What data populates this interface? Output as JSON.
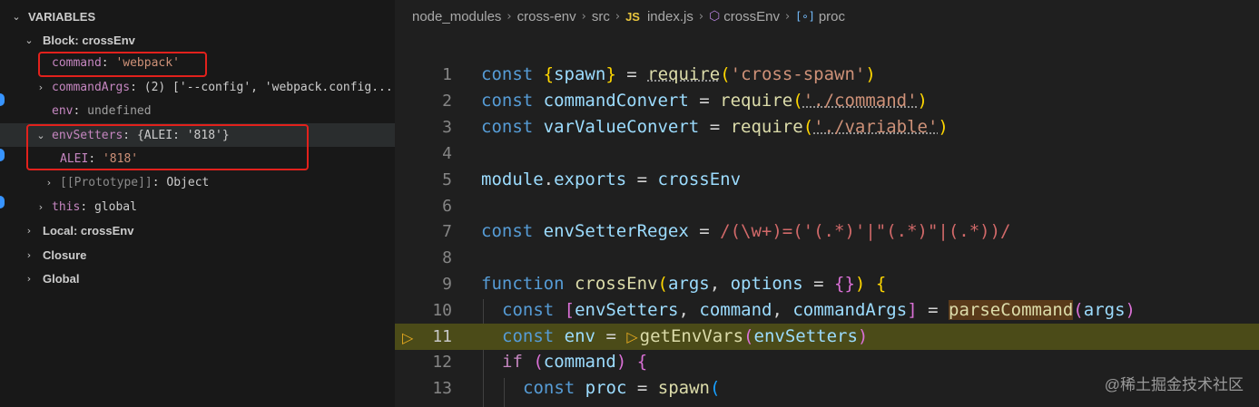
{
  "variables_panel": {
    "title": "VARIABLES",
    "scopes": [
      {
        "label": "Block: crossEnv"
      },
      {
        "label": "Local: crossEnv"
      },
      {
        "label": "Closure"
      },
      {
        "label": "Global"
      }
    ],
    "block_vars": {
      "command": {
        "name": "command",
        "value": "'webpack'"
      },
      "commandArgs": {
        "name": "commandArgs",
        "value": "(2) ['--config', 'webpack.config..."
      },
      "env": {
        "name": "env",
        "value": "undefined"
      },
      "envSetters": {
        "name": "envSetters",
        "value": "{ALEI: '818'}"
      },
      "alei": {
        "name": "ALEI",
        "value": "'818'"
      },
      "prototype": {
        "name": "[[Prototype]]",
        "value": "Object"
      },
      "this": {
        "name": "this",
        "value": "global"
      }
    },
    "colors": {
      "highlight_box": "#e2211c",
      "var_name": "#c586c0",
      "string_value": "#ce9178"
    }
  },
  "breadcrumb": {
    "items": [
      "node_modules",
      "cross-env",
      "src",
      "index.js",
      "crossEnv",
      "proc"
    ],
    "file_icon": "JS",
    "icons": [
      "js-file-icon",
      "symbol-method-icon",
      "symbol-variable-icon"
    ]
  },
  "editor": {
    "current_line": 11,
    "line_numbers": [
      "1",
      "2",
      "3",
      "4",
      "5",
      "6",
      "7",
      "8",
      "9",
      "10",
      "11",
      "12",
      "13"
    ],
    "tokens": {
      "const": "const",
      "function": "function",
      "if": "if",
      "spawn": "spawn",
      "require": "require",
      "cross_spawn": "'cross-spawn'",
      "commandConvert": "commandConvert",
      "command_path": "'./command'",
      "varValueConvert": "varValueConvert",
      "variable_path": "'./variable'",
      "module": "module",
      "exports": "exports",
      "crossEnv": "crossEnv",
      "envSetterRegex": "envSetterRegex",
      "regex": "/(\\w+)=('(.*)'|\"(.*)\"|(.*))/",
      "args": "args",
      "options": "options",
      "envSetters": "envSetters",
      "command": "command",
      "commandArgs": "commandArgs",
      "parseCommand": "parseCommand",
      "env": "env",
      "getEnvVars": "getEnvVars",
      "proc": "proc"
    },
    "colors": {
      "current_line_bg": "#4b4b18",
      "breakpoint": "#e8ab1f"
    }
  },
  "watermark": "@稀土掘金技术社区"
}
